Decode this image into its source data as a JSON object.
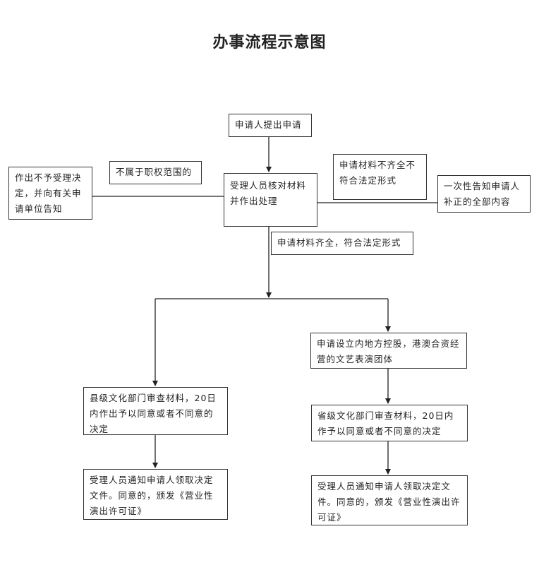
{
  "title": "办事流程示意图",
  "nodes": {
    "apply": "申请人提出申请",
    "verify": "受理人员核对材料并作出处理",
    "reject": "作出不予受理决定，并向有关申请单位告知",
    "not_scope": "不属于职权范围的",
    "incomplete": "申请材料不齐全不符合法定形式",
    "notify_once": "一次性告知申请人补正的全部内容",
    "complete": "申请材料齐全，符合法定形式",
    "hk_macau": "申请设立内地方控股，港澳合资经营的文艺表演团体",
    "county": "县级文化部门审查材料，20日内作出予以同意或者不同意的决定",
    "province": "省级文化部门审查材料，20日内作予以同意或者不同意的决定",
    "notify_left": "受理人员通知申请人领取决定文件。同意的，颁发《营业性演出许可证》",
    "notify_right": "受理人员通知申请人领取决定文件。同意的，颁发《营业性演出许可证》"
  }
}
